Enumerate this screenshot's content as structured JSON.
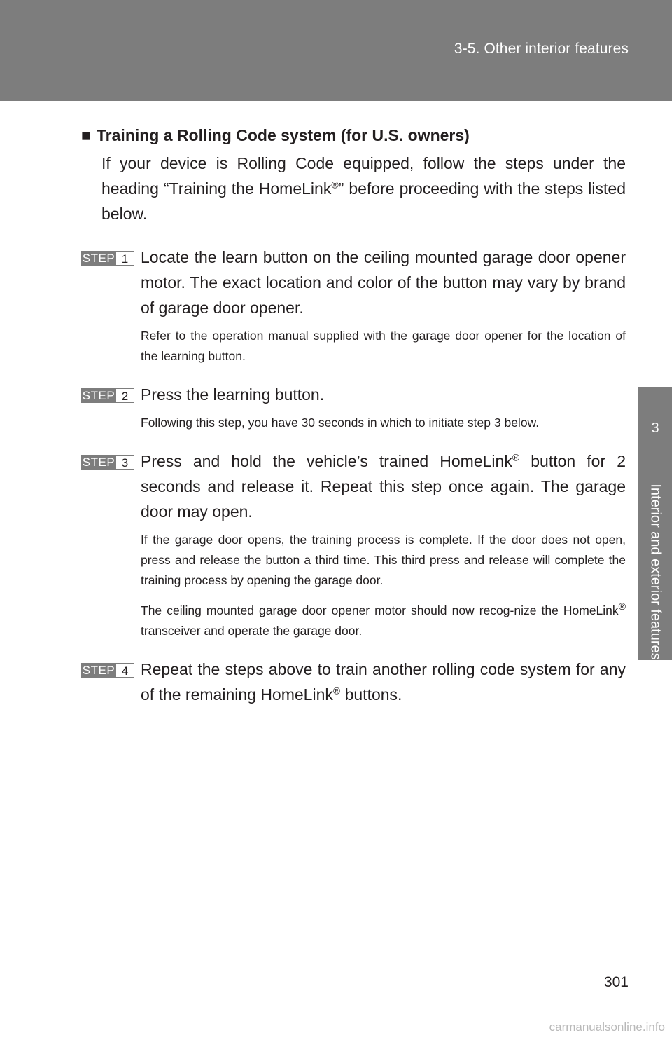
{
  "header": {
    "title": "3-5. Other interior features"
  },
  "side_tab": {
    "number": "3",
    "label": "Interior and exterior features"
  },
  "section": {
    "marker": "■",
    "heading": "Training a Rolling Code system (for U.S. owners)",
    "intro_1": "If your device is Rolling Code equipped, follow the steps under the heading “Training the HomeLink",
    "intro_reg": "®",
    "intro_2": "” before proceeding with the steps listed below."
  },
  "steps": [
    {
      "badge_word": "STEP",
      "badge_num": "1",
      "main": "Locate the learn button on the ceiling mounted garage door opener motor. The exact location and color of the button may vary by brand of garage door opener.",
      "note": "Refer to the operation manual supplied with the garage door opener for the location of the learning button."
    },
    {
      "badge_word": "STEP",
      "badge_num": "2",
      "main": "Press the learning button.",
      "note": "Following this step, you have 30 seconds in which to initiate step 3 below."
    },
    {
      "badge_word": "STEP",
      "badge_num": "3",
      "main_1": "Press and hold the vehicle’s trained HomeLink",
      "main_reg": "®",
      "main_2": " button for 2 seconds and release it. Repeat this step once again. The garage door may open.",
      "note_1": "If the garage door opens, the training process is complete. If the door does not open, press and release the button a third time. This third press and release will complete the training process by opening the garage door.",
      "note_2a": "The ceiling mounted garage door opener motor should now recog-nize the HomeLink",
      "note_2_reg": "®",
      "note_2b": " transceiver and operate the garage door."
    },
    {
      "badge_word": "STEP",
      "badge_num": "4",
      "main_1": "Repeat the steps above to train another rolling code system for any of the remaining HomeLink",
      "main_reg": "®",
      "main_2": " buttons."
    }
  ],
  "page_number": "301",
  "watermark": "carmanualsonline.info"
}
